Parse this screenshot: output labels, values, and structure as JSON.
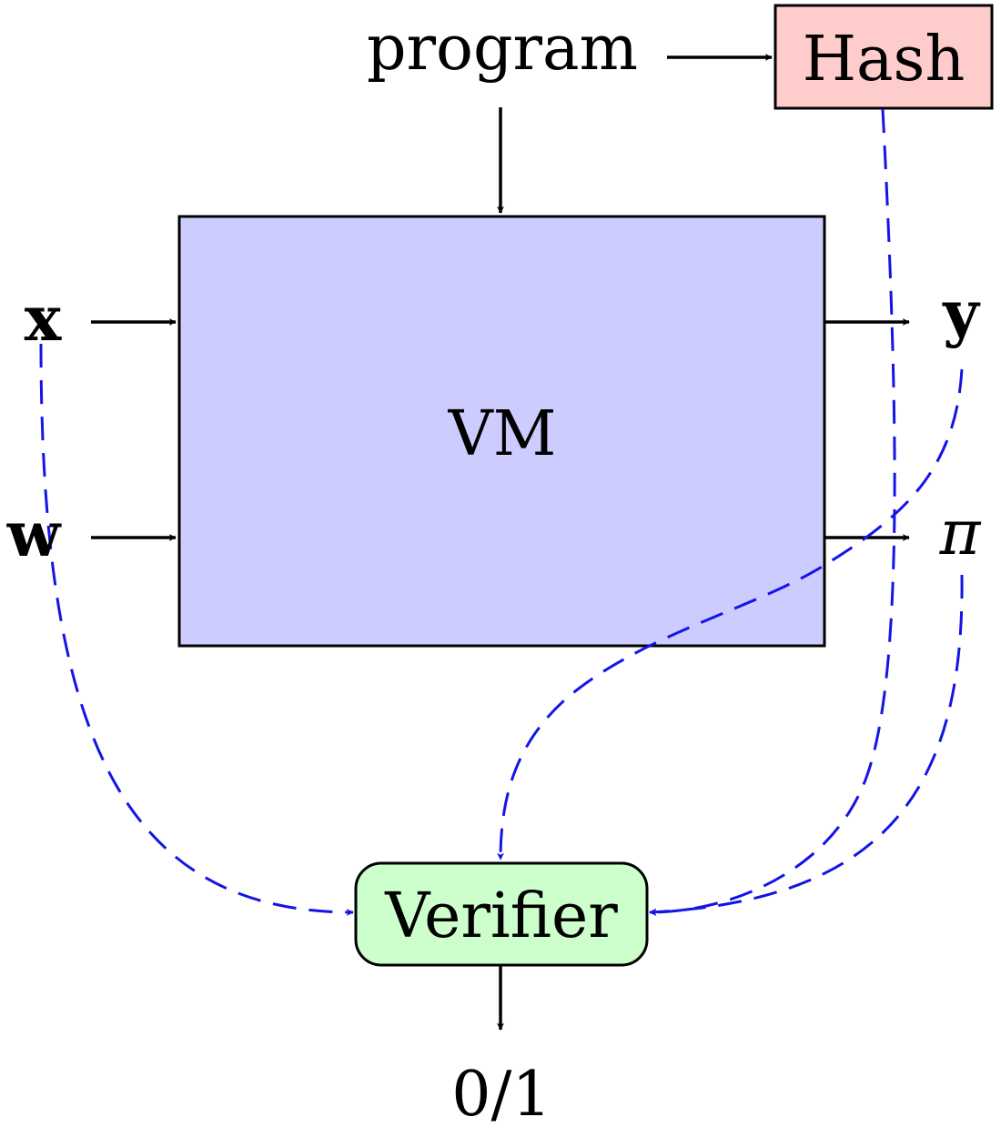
{
  "nodes": {
    "program": "program",
    "hash": "Hash",
    "vm": "VM",
    "x": "x",
    "w": "w",
    "y": "y",
    "pi": "π",
    "verifier": "Verifier",
    "result": "0/1"
  },
  "colors": {
    "vm_fill": "#ccccff",
    "hash_fill": "#ffcccc",
    "verifier_fill": "#ccffcc",
    "dashed_stroke": "#1414e6",
    "solid_stroke": "#000000"
  }
}
